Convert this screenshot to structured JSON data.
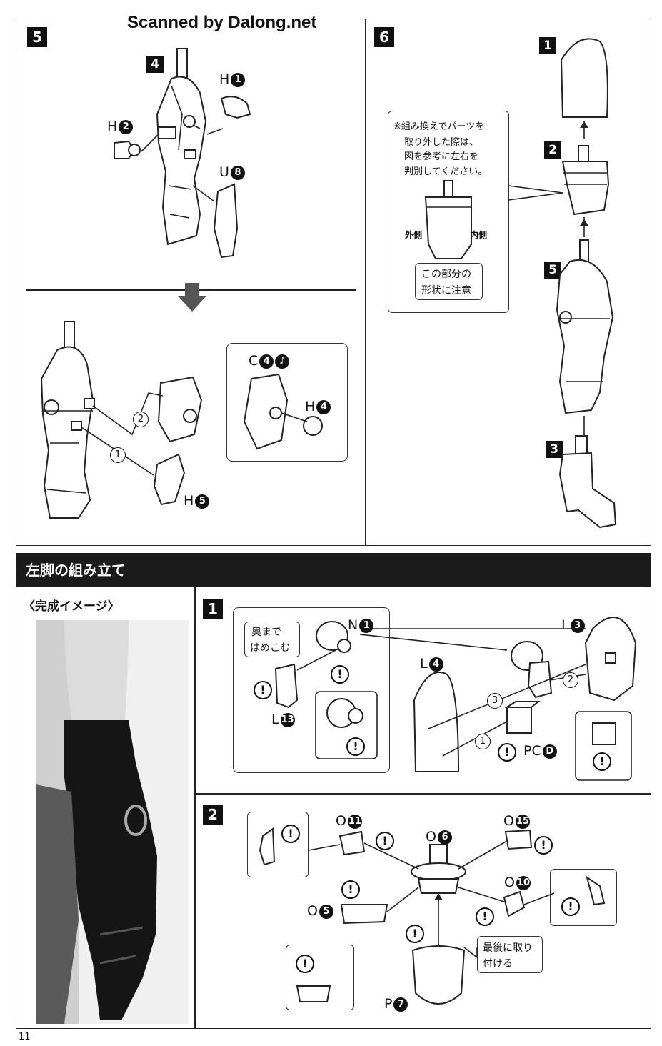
{
  "watermark": "Scanned by Dalong.net",
  "page_number": "11",
  "warn_glyph": "!",
  "step5": {
    "number": "5",
    "sub_number": "4",
    "labels": {
      "h1": {
        "letter": "H",
        "num": "1"
      },
      "h2": {
        "letter": "H",
        "num": "2"
      },
      "u8": {
        "letter": "U",
        "num": "8"
      },
      "c4": {
        "letter": "C",
        "num": "4"
      },
      "h4": {
        "letter": "H",
        "num": "4"
      },
      "h5": {
        "letter": "H",
        "num": "5"
      }
    },
    "order_1": "1",
    "order_2": "2"
  },
  "step6": {
    "number": "6",
    "stack": [
      "1",
      "2",
      "5",
      "3"
    ],
    "note_lines": [
      "※組み換えでパーツを",
      "取り外した際は、",
      "図を参考に左右を",
      "判別してください。"
    ],
    "outer_label": "外側",
    "inner_label": "内側",
    "caution_lines": [
      "この部分の",
      "形状に注意"
    ]
  },
  "left_leg": {
    "section_title": "左脚の組み立て",
    "completed_label": "〈完成イメージ〉",
    "step1": {
      "number": "1",
      "callout_lines": [
        "奥まで",
        "はめこむ"
      ],
      "labels": {
        "n1": {
          "letter": "N",
          "num": "1"
        },
        "l13": {
          "letter": "L",
          "num": "13"
        },
        "l4": {
          "letter": "L",
          "num": "4"
        },
        "l3": {
          "letter": "L",
          "num": "3"
        },
        "pcd": {
          "letter": "PC",
          "num": "D"
        }
      },
      "order": [
        "1",
        "2",
        "3"
      ]
    },
    "step2": {
      "number": "2",
      "labels": {
        "o11": {
          "letter": "O",
          "num": "11"
        },
        "o6": {
          "letter": "O",
          "num": "6"
        },
        "o15": {
          "letter": "O",
          "num": "15"
        },
        "o10": {
          "letter": "O",
          "num": "10"
        },
        "o5": {
          "letter": "O",
          "num": "5"
        },
        "p7": {
          "letter": "P",
          "num": "7"
        }
      },
      "callout_lines": [
        "最後に取り",
        "付ける"
      ]
    }
  }
}
